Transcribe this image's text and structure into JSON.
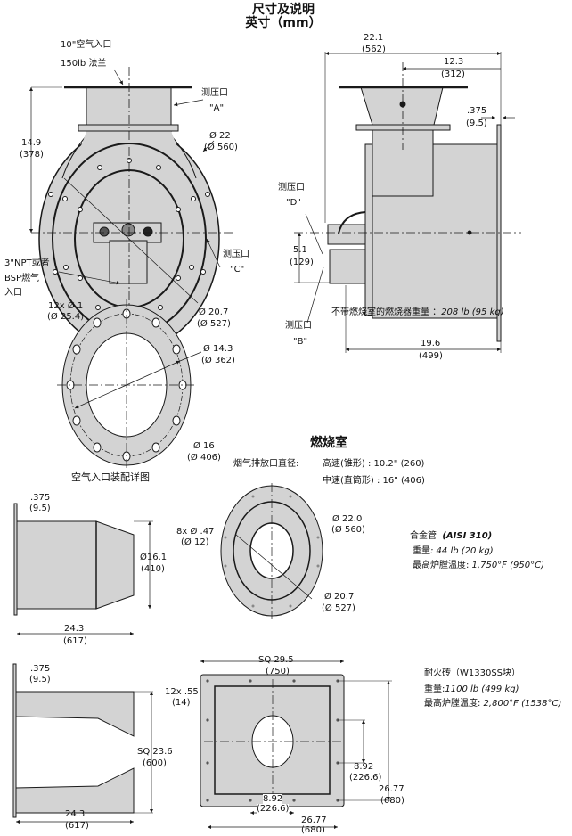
{
  "title": {
    "line1": "尺寸及说明",
    "line2": "英寸（mm）"
  },
  "front_view": {
    "air_inlet": "10\"空气入口",
    "flange": "150lb 法兰",
    "tap_a": "测压口",
    "tap_a_id": "\"A\"",
    "height": "14.9",
    "height_mm": "(378)",
    "dia_outer": "Ø 22",
    "dia_outer_mm": "(Ø 560)",
    "tap_c": "测压口",
    "tap_c_id": "\"C\"",
    "dia_inner": "Ø 20.7",
    "dia_inner_mm": "(Ø 527)",
    "gas_inlet_1": "3\"NPT或者",
    "gas_inlet_2": "BSP燃气",
    "gas_inlet_3": "入口"
  },
  "side_view": {
    "overall": "22.1",
    "overall_mm": "(562)",
    "offset": "12.3",
    "offset_mm": "(312)",
    "flange_thk": ".375",
    "flange_thk_mm": "(9.5)",
    "tap_d": "测压口",
    "tap_d_id": "\"D\"",
    "drop": "5.1",
    "drop_mm": "(129)",
    "tap_b": "测压口",
    "tap_b_id": "\"B\"",
    "length": "19.6",
    "length_mm": "(499)",
    "weight_label": "不带燃烧室的燃烧器重量 ：",
    "weight_value": "208 lb (95 kg)"
  },
  "inlet_detail": {
    "holes": "12x Ø 1",
    "holes_mm": "(Ø 25.4)",
    "bore": "Ø 14.3",
    "bore_mm": "(Ø 362)",
    "od": "Ø 16",
    "od_mm": "(Ø 406)",
    "caption": "空气入口装配详图"
  },
  "chamber": {
    "title": "燃烧室",
    "exhaust_label": "烟气排放口直径:",
    "high_speed": "高速(锥形) : 10.2\" (260)",
    "medium_speed": "中速(直筒形) : 16\" (406)"
  },
  "alloy": {
    "flange_thk": ".375",
    "flange_thk_mm": "(9.5)",
    "dia": "Ø16.1",
    "dia_mm": "(410)",
    "length": "24.3",
    "length_mm": "(617)",
    "holes": "8x Ø .47",
    "holes_mm": "(Ø 12)",
    "od": "Ø 22.0",
    "od_mm": "(Ø 560)",
    "bc": "Ø 20.7",
    "bc_mm": "(Ø 527)",
    "name": "合金管",
    "spec": "(AISI 310)",
    "weight_label": "重量",
    "weight_value": ": 44 lb (20 kg)",
    "temp_label": "最高炉膛温度:",
    "temp_value": " 1,750°F (950°C)"
  },
  "refractory": {
    "flange_thk": ".375",
    "flange_thk_mm": "(9.5)",
    "sq": "SQ 23.6",
    "sq_mm": "(600)",
    "length": "24.3",
    "length_mm": "(617)",
    "plate": "SQ 29.5",
    "plate_mm": "(750)",
    "holes": "12x .55",
    "holes_mm": "(14)",
    "spacing_v": "8.92",
    "spacing_v_mm": "(226.6)",
    "bc_v": "26.77",
    "bc_v_mm": "(680)",
    "spacing_h": "8.92",
    "spacing_h_mm": "(226.6)",
    "bc_h": "26.77",
    "bc_h_mm": "(680)",
    "name": "耐火砖（W1330SS块）",
    "weight_label": "重量:",
    "weight_value": "1100 lb (499 kg)",
    "temp_label": "最高炉膛温度:",
    "temp_value": " 2,800°F (1538°C)"
  },
  "colors": {
    "fill": "#d3d3d3",
    "line": "#1a1a1a"
  }
}
